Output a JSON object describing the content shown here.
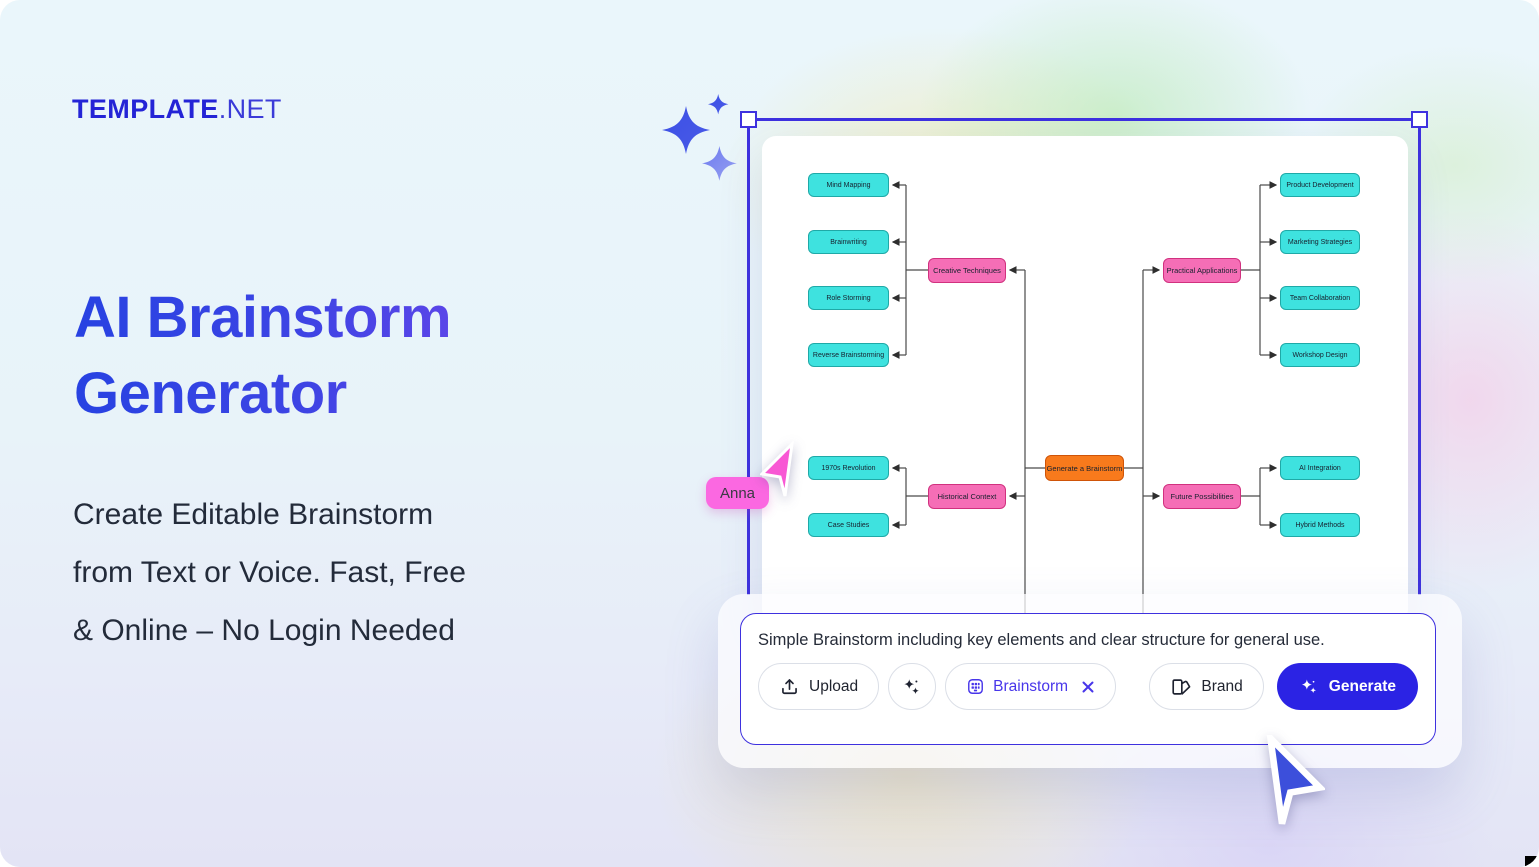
{
  "brand": {
    "bold": "TEMPLATE",
    "light": ".NET"
  },
  "hero": {
    "title_lines": [
      "AI Brainstorm",
      "Generator"
    ],
    "subtitle_lines": [
      "Create Editable Brainstorm",
      "from Text or Voice. Fast, Free",
      "& Online – No Login Needed"
    ]
  },
  "canvas": {
    "collaborator_name": "Anna",
    "diagram": {
      "root": "Generate a Brainstorm",
      "branches": [
        {
          "label": "Creative Techniques",
          "children": [
            "Mind Mapping",
            "Brainwriting",
            "Role Storming",
            "Reverse Brainstorming"
          ]
        },
        {
          "label": "Historical Context",
          "children": [
            "1970s Revolution",
            "Case Studies"
          ]
        },
        {
          "label": "Practical Applications",
          "children": [
            "Product Development",
            "Marketing Strategies",
            "Team Collaboration",
            "Workshop Design"
          ]
        },
        {
          "label": "Future Possibilities",
          "children": [
            "AI Integration",
            "Hybrid Methods"
          ]
        }
      ],
      "node_colors": {
        "root": "#F87A1C",
        "branch": "#F56EB6",
        "leaf": "#3EE2DF"
      }
    }
  },
  "toolbar": {
    "prompt": "Simple Brainstorm including key elements and clear structure for general use.",
    "upload": "Upload",
    "chip": "Brainstorm",
    "brand": "Brand",
    "generate": "Generate",
    "accent_color": "#2B23E4"
  }
}
